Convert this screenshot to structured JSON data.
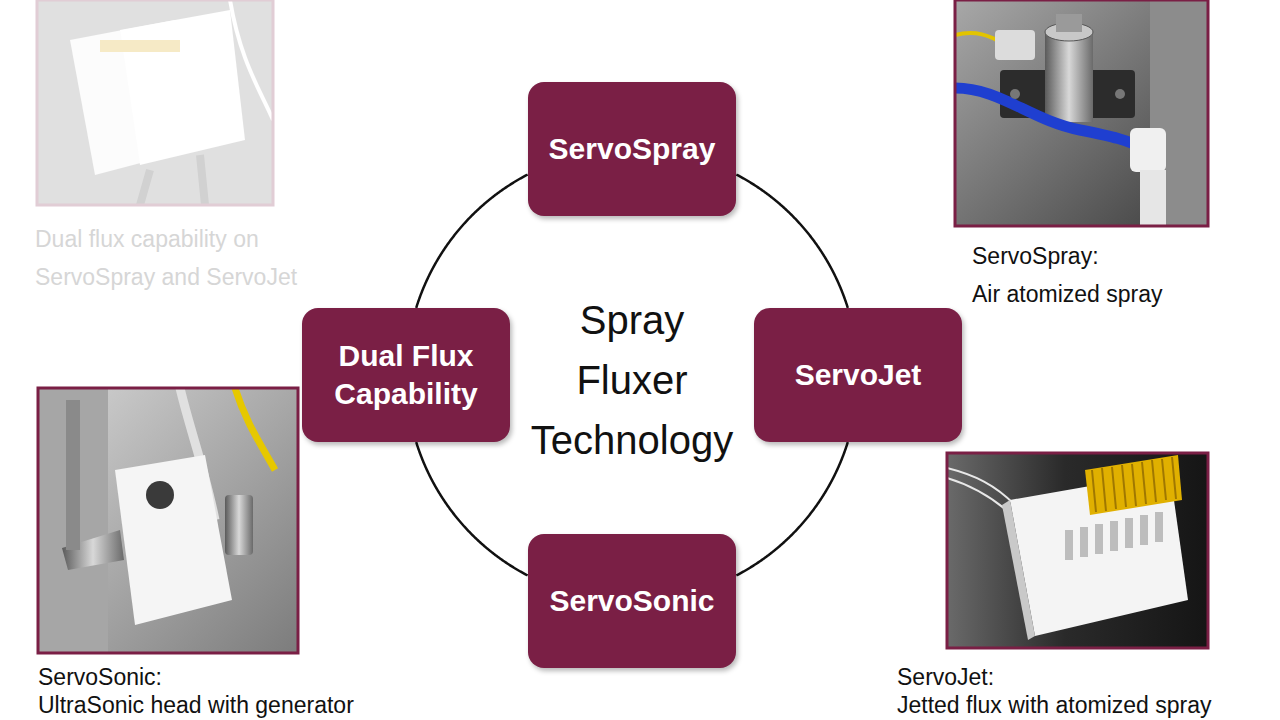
{
  "diagram": {
    "title": "Spray Fluxer Technology",
    "nodes": [
      {
        "text": [
          "ServoSpray"
        ]
      },
      {
        "text": [
          "Dual Flux Capability"
        ]
      },
      {
        "text": [
          "ServoJet"
        ]
      },
      {
        "text": [
          "ServoSonic"
        ]
      }
    ],
    "edges": [
      {
        "from": 0,
        "to": 2,
        "arrow": "none"
      },
      {
        "from": 2,
        "to": 3,
        "arrow": "none"
      },
      {
        "from": 3,
        "to": 1,
        "arrow": "none"
      },
      {
        "from": 1,
        "to": 0,
        "arrow": "none"
      }
    ],
    "labels": [
      "Dual flux capability on ServoSpray and ServoJet",
      "ServoSpray:",
      "Air atomized spray",
      "ServoSonic:",
      "UltraSonic head with generator",
      "ServoJet:",
      "Jetted flux with atomized spray"
    ]
  }
}
